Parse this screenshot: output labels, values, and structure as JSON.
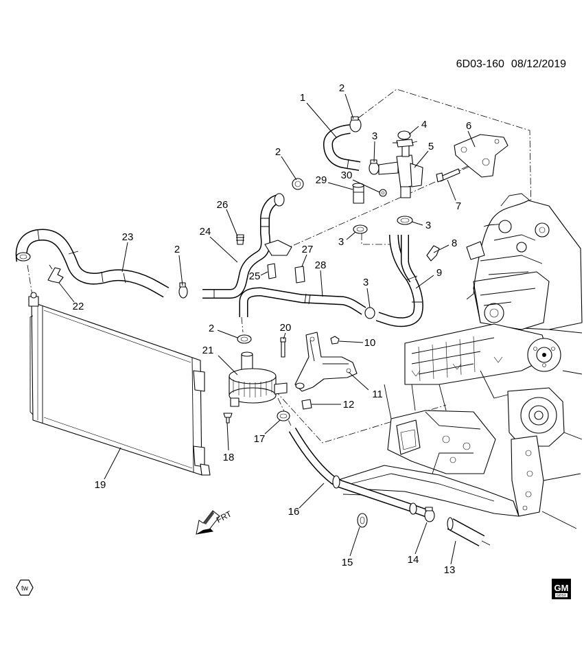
{
  "diagram": {
    "id": "6D03-160",
    "date": "08/12/2019"
  },
  "callouts": [
    "1",
    "2",
    "3",
    "4",
    "5",
    "6",
    "2",
    "29",
    "30",
    "7",
    "26",
    "3",
    "23",
    "24",
    "3",
    "8",
    "2",
    "27",
    "25",
    "28",
    "9",
    "3",
    "22",
    "2",
    "20",
    "10",
    "21",
    "11",
    "12",
    "17",
    "18",
    "19",
    "16",
    "15",
    "14",
    "13"
  ],
  "orientation": {
    "label": "FRT"
  },
  "logos": {
    "left": "tw",
    "right": "GM",
    "right_sub": "GDSX"
  }
}
